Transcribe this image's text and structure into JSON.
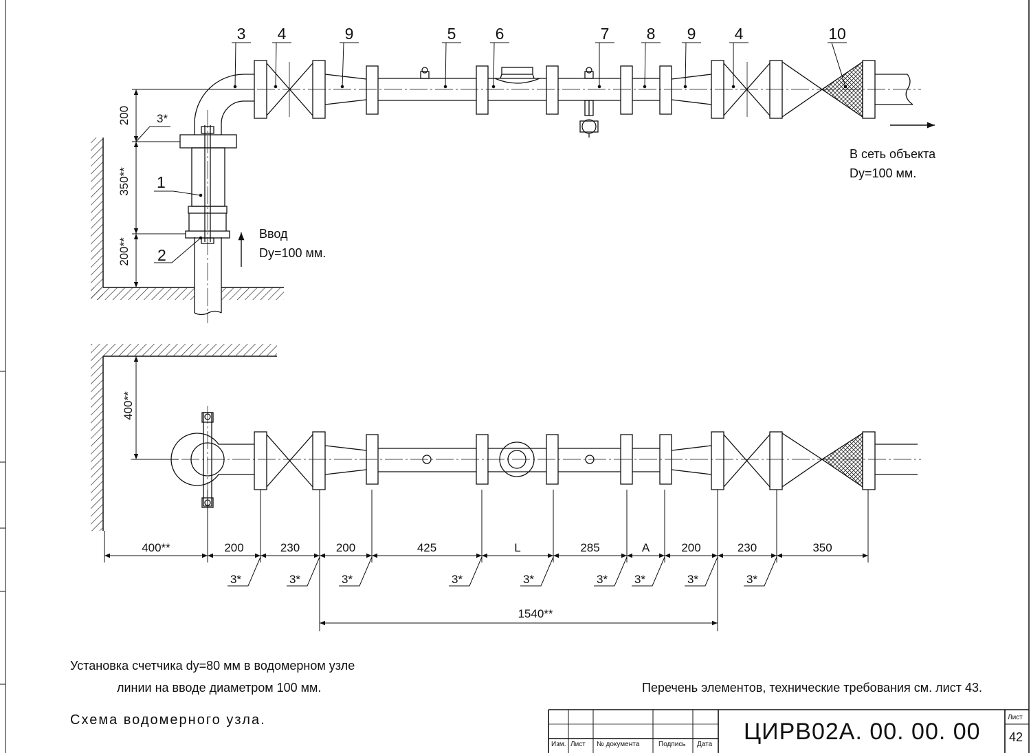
{
  "callouts_top": [
    {
      "id": "c3",
      "label": "3"
    },
    {
      "id": "c4a",
      "label": "4"
    },
    {
      "id": "c9a",
      "label": "9"
    },
    {
      "id": "c5",
      "label": "5"
    },
    {
      "id": "c6",
      "label": "6"
    },
    {
      "id": "c7",
      "label": "7"
    },
    {
      "id": "c8",
      "label": "8"
    },
    {
      "id": "c9b",
      "label": "9"
    },
    {
      "id": "c4b",
      "label": "4"
    },
    {
      "id": "c10",
      "label": "10"
    }
  ],
  "callouts_side": [
    {
      "id": "c1",
      "label": "1"
    },
    {
      "id": "c2",
      "label": "2"
    }
  ],
  "vertical_dims_top": [
    "200",
    "350**",
    "200**"
  ],
  "weld_label": "3*",
  "vertical_dim_bottom": "400**",
  "inlet_label": {
    "line1": "Ввод",
    "line2": "Dy=100 мм."
  },
  "outlet_label": {
    "line1": "В сеть объекта",
    "line2": "Dy=100 мм."
  },
  "chain_dims": [
    "400**",
    "200",
    "230",
    "200",
    "425",
    "L",
    "285",
    "A",
    "200",
    "230",
    "350"
  ],
  "weld_marks": [
    "3*",
    "3*",
    "3*",
    "3*",
    "3*",
    "3*",
    "3*",
    "3*",
    "3*"
  ],
  "overall_dim": "1540**",
  "notes": {
    "line1": "Установка счетчика dy=80 мм в водомерном узле",
    "line2": "линии на вводе диаметром 100 мм.",
    "right": "Перечень элементов, технические требования см. лист 43."
  },
  "title": "Схема водомерного узла.",
  "title_block": {
    "code": "ЦИРВ02А. 00. 00. 00",
    "sheet_label": "Лист",
    "sheet_number": "42",
    "columns": [
      "Изм.",
      "Лист",
      "№ документа",
      "Подпись",
      "Дата"
    ]
  }
}
